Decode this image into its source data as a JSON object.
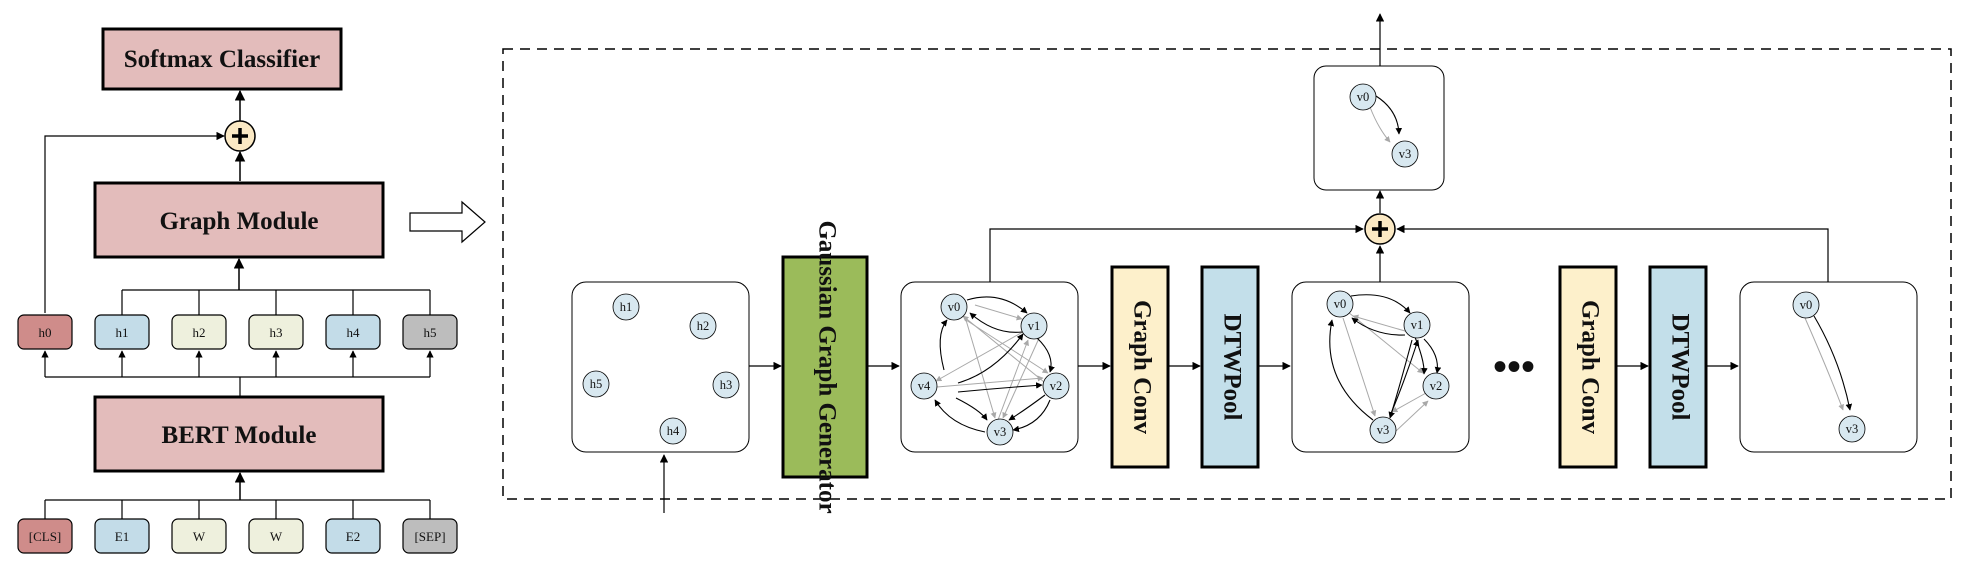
{
  "left_model": {
    "softmax_label": "Softmax Classifier",
    "graph_module_label": "Graph Module",
    "bert_module_label": "BERT Module",
    "hidden_tokens": [
      "h0",
      "h1",
      "h2",
      "h3",
      "h4",
      "h5"
    ],
    "input_tokens": [
      "[CLS]",
      "E1",
      "W",
      "W",
      "E2",
      "[SEP]"
    ]
  },
  "graph_module_detail": {
    "input_nodes": [
      "h1",
      "h2",
      "h5",
      "h3",
      "h4"
    ],
    "gaussian_generator_label": "Gaussian Graph Generator",
    "graph_conv_label": "Graph Conv",
    "dtwpool_label": "DTWPool",
    "graph1_nodes": [
      "v0",
      "v1",
      "v4",
      "v2",
      "v3"
    ],
    "graph2_nodes": [
      "v0",
      "v1",
      "v2",
      "v3"
    ],
    "graph3_nodes": [
      "v0",
      "v3"
    ],
    "output_nodes": [
      "v0",
      "v3"
    ],
    "ellipsis": "•••"
  },
  "colors": {
    "pink_module": "#e3bcbb",
    "token_red": "#cf8c8a",
    "token_blue": "#c3dce8",
    "token_cream": "#eef0dd",
    "token_gray": "#bdbdbd",
    "node_fill": "#d8e8f0",
    "generator_green": "#9bbb5a",
    "graph_conv_yellow": "#fdf0cb",
    "dtwpool_blue": "#c3dfea",
    "plus_fill": "#fbe9c4"
  }
}
